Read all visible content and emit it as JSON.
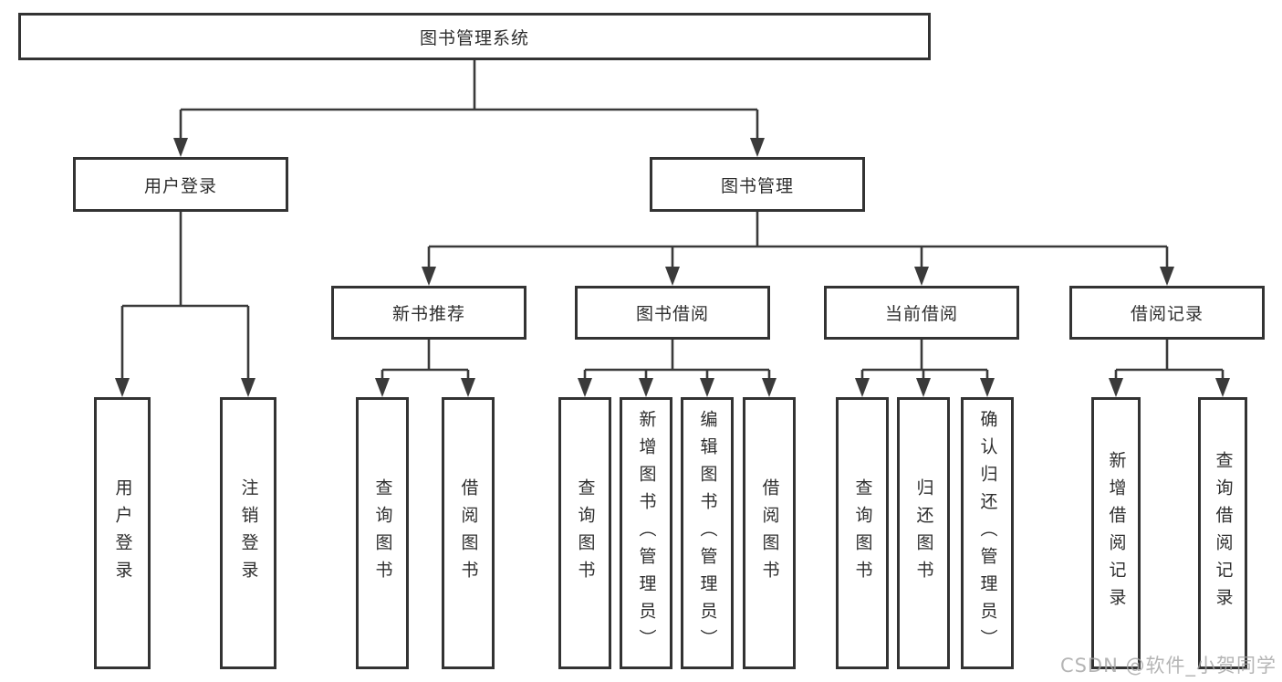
{
  "tree": {
    "root": {
      "label": "图书管理系统"
    },
    "level2": [
      {
        "label": "用户登录",
        "leaves": [
          {
            "label": "用户登录"
          },
          {
            "label": "注销登录"
          }
        ]
      },
      {
        "label": "图书管理",
        "groups": [
          {
            "label": "新书推荐",
            "leaves": [
              {
                "label": "查询图书"
              },
              {
                "label": "借阅图书"
              }
            ]
          },
          {
            "label": "图书借阅",
            "leaves": [
              {
                "label": "查询图书"
              },
              {
                "label": "新增图书（管理员）"
              },
              {
                "label": "编辑图书（管理员）"
              },
              {
                "label": "借阅图书"
              }
            ]
          },
          {
            "label": "当前借阅",
            "leaves": [
              {
                "label": "查询图书"
              },
              {
                "label": "归还图书"
              },
              {
                "label": "确认归还（管理员）"
              }
            ]
          },
          {
            "label": "借阅记录",
            "leaves": [
              {
                "label": "新增借阅记录"
              },
              {
                "label": "查询借阅记录"
              }
            ]
          }
        ]
      }
    ]
  },
  "watermark": {
    "text": "CSDN @软件_小贺同学"
  },
  "colors": {
    "line": "#3a3a3a",
    "box_border": "#333333",
    "text": "#2e2e2e",
    "background": "#ffffff",
    "watermark": "#a3a3a3"
  }
}
